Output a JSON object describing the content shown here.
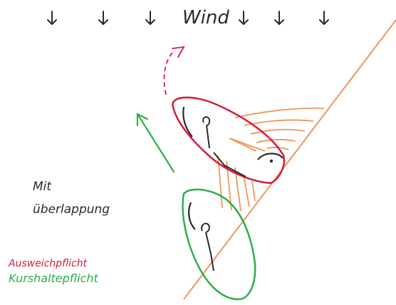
{
  "labels": {
    "wind": "Wind",
    "mit": "Mit",
    "ueberlappung": "überlappung",
    "ausweichpflicht": "Ausweichpflicht",
    "kurshaltepflicht": "Kurshaltepflicht"
  },
  "colors": {
    "ink": "#2a2a2a",
    "red": "#d81a3c",
    "green": "#2bb04a",
    "orange": "#f0955a"
  },
  "icons": {
    "wind_arrow": "down-arrow-icon",
    "course_arrow": "up-right-arrow-icon"
  }
}
